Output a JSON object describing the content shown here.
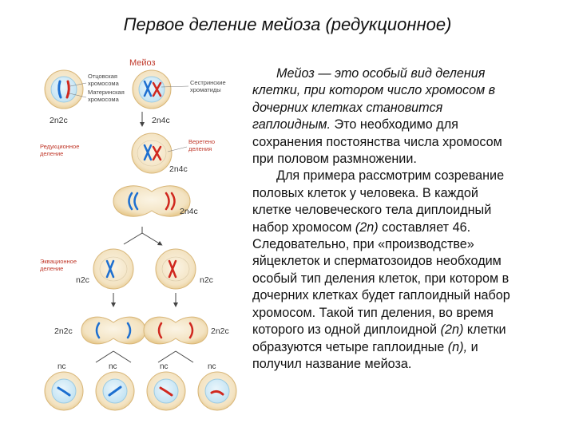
{
  "title": "Первое деление мейоза (редукционное)",
  "diagram": {
    "heading": "Мейоз",
    "label_father": [
      "Отцовская",
      "хромосома"
    ],
    "label_mother": [
      "Материнская",
      "хромосома"
    ],
    "label_sister": [
      "Сестринские",
      "хроматиды"
    ],
    "label_reduction": [
      "Редукционное",
      "деление"
    ],
    "label_spindle": [
      "Веретено",
      "деления"
    ],
    "label_equation": [
      "Эквационное",
      "деление"
    ],
    "formula_2n2c": "2n2c",
    "formula_2n4c": "2n4c",
    "formula_n2c": "n2c",
    "formula_nc": "nc",
    "colors": {
      "paternal": "#1d6fd0",
      "maternal": "#d0281f",
      "label": "#c0392b",
      "cytoplasm": "#f3e3c2",
      "membrane": "#e7c98d",
      "nucleus": "#bfe1f2"
    }
  },
  "text": {
    "p1_definition": "Мейоз — это особый вид деления клетки, при котором число хромосом в дочерних клетках становится гаплоидным.",
    "p1_rest": "Это необходимо для сохранения постоянства числа хромосом при половом размножении.",
    "p2_a": "Для примера рассмотрим созревание половых клеток у человека. В каждой клетке человеческого тела диплоидный набор хромосом",
    "p2_b": "(2n)",
    "p2_c": "составляет 46. Следовательно, при «производстве» яйцеклеток и сперматозоидов необходим особый тип деления клеток, при котором в дочерних клетках будет гаплоидный набор хромосом. Такой тип деления, во время которого из одной диплоидной",
    "p2_d": "(2n)",
    "p2_e": "клетки образуются четыре гаплоидные",
    "p2_f": "(n),",
    "p2_g": "и получил название мейоза."
  }
}
